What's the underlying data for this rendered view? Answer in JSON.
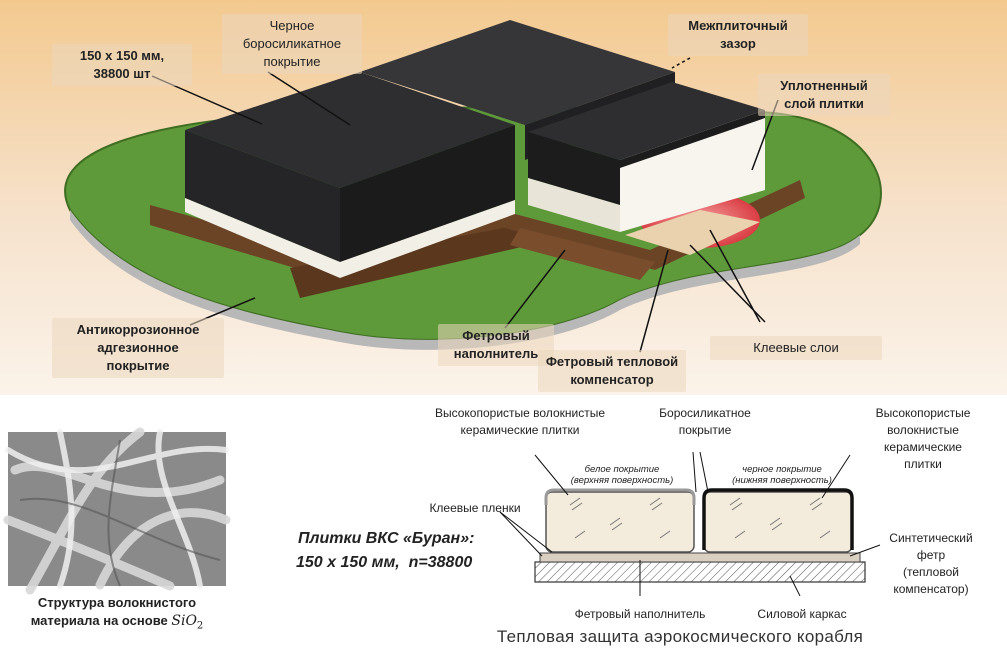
{
  "top_labels": {
    "size_count": "150 x 150 мм,\n38800 шт",
    "black_coating": "Черное\nборосиликатное\nпокрытие",
    "gap": "Межплиточный\nзазор",
    "dense_layer": "Уплотненный\nслой плитки",
    "anticorrosion": "Антикоррозионное\nадгезионное\nпокрытие",
    "felt_filler": "Фетровый\nнаполнитель",
    "felt_compensator": "Фетровый тепловой\nкомпенсатор",
    "glue_layers": "Клеевые слои"
  },
  "bottom_labels": {
    "porous_left": "Высокопористые волокнистые\nкерамические плитки",
    "borosilicate": "Боросиликатное\nпокрытие",
    "porous_right": "Высокопористые\nволокнистые\nкерамические\nплитки",
    "white_coating": "белое покрытие\n(верхняя поверхность)",
    "black_coating": "черное покрытие\n(нижняя поверхность)",
    "adhesive_films": "Клеевые пленки",
    "synthetic_felt": "Синтетический\nфетр\n(тепловой\nкомпенсатор)",
    "felt_filler": "Фетровый наполнитель",
    "power_frame": "Силовой каркас",
    "main_caption": "Тепловая защита аэрокосмического корабля"
  },
  "buran": {
    "line1": "Плитки ВКС «Буран»:",
    "line2": "150 x 150 мм,  n=38800"
  },
  "photo_caption": {
    "text": "Структура волокнистого\nматериала на основе ",
    "formula": "SiO",
    "subscript": "2"
  },
  "colors": {
    "tile_top": "#2e2e30",
    "tile_side": "#1b1b1c",
    "base_green": "#5f9a3a",
    "felt_brown": "#6b4426",
    "glue_red": "#d8333a",
    "background_top": "#f4dcc0"
  }
}
